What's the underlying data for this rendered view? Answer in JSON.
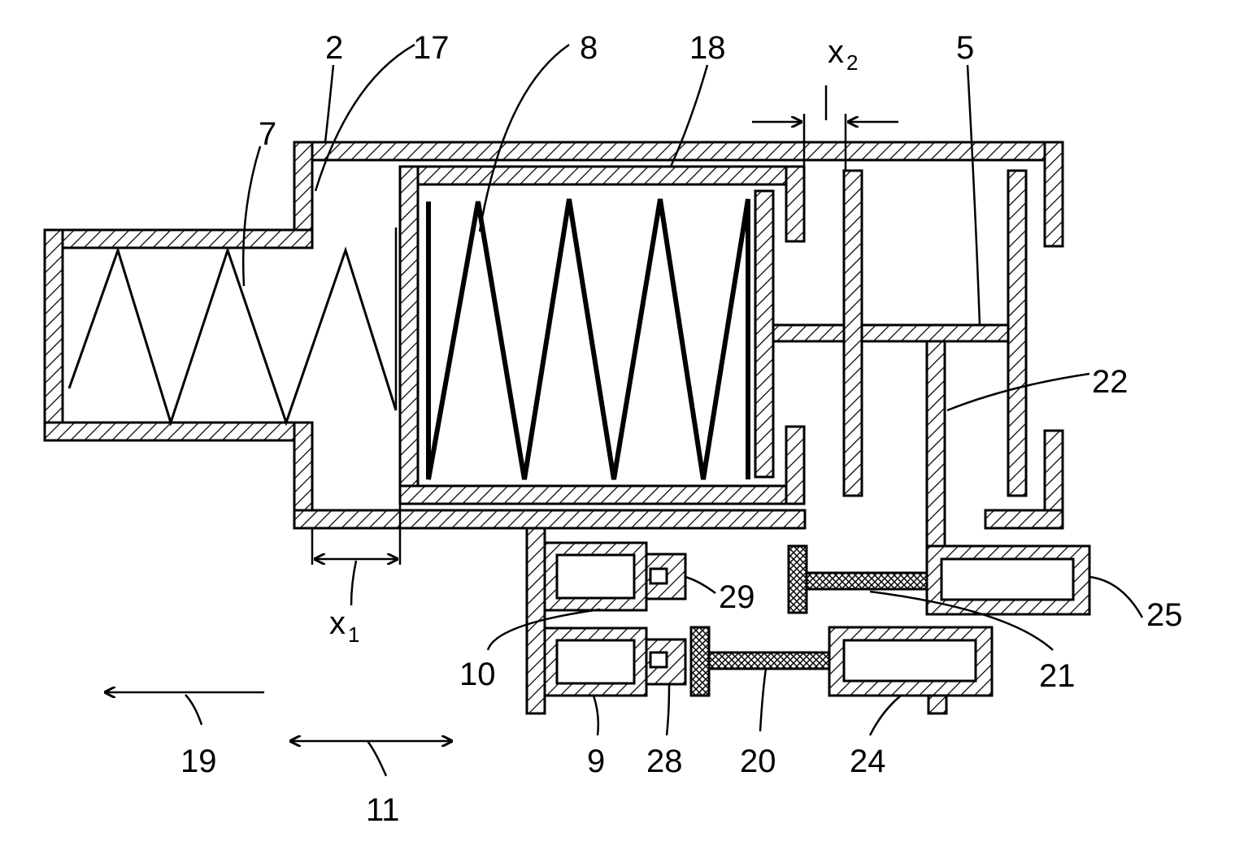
{
  "labels": {
    "l2": "2",
    "l17": "17",
    "l8": "8",
    "l18": "18",
    "lx2": "x",
    "lx2sub": "2",
    "l5": "5",
    "l7": "7",
    "l22": "22",
    "l29": "29",
    "l25": "25",
    "lx1": "x",
    "lx1sub": "1",
    "l10": "10",
    "l21": "21",
    "l19": "19",
    "l11": "11",
    "l9": "9",
    "l28": "28",
    "l20": "20",
    "l24": "24"
  }
}
